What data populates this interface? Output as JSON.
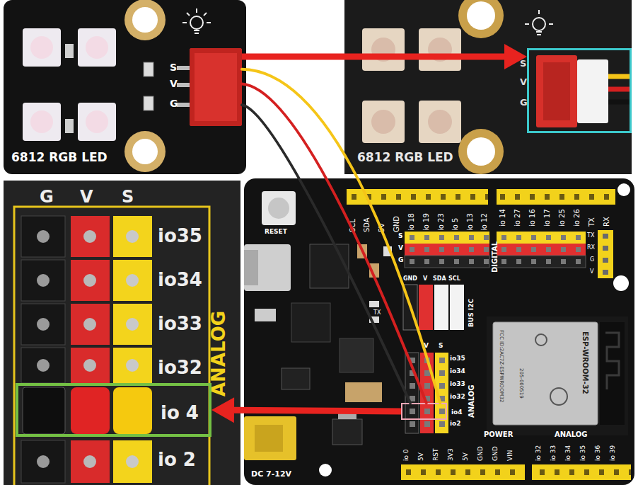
{
  "diagram": {
    "nodes": [
      {
        "text": [
          "6812 RGB LED"
        ]
      },
      {
        "text": [
          "S",
          "V",
          "G"
        ],
        "in": 0
      },
      {
        "text": [
          "6812 RGB LED"
        ]
      },
      {
        "text": [
          "S",
          "V",
          "G"
        ],
        "in": 2
      },
      {
        "text": [
          "ANALOG"
        ]
      },
      {
        "text": [
          "io 4"
        ],
        "in": 4
      },
      {
        "text": [
          "RESET"
        ]
      },
      {
        "text": [
          "io4"
        ],
        "in": 6
      }
    ],
    "edges": [
      {
        "from": 1,
        "to": 3,
        "arrow": "to"
      },
      {
        "from": 1,
        "to": 7,
        "arrow": "none"
      },
      {
        "from": 1,
        "to": 7,
        "arrow": "none"
      },
      {
        "from": 1,
        "to": 7,
        "arrow": "none"
      },
      {
        "from": 7,
        "to": 5,
        "arrow": "to"
      }
    ],
    "labels": [
      "G",
      "V",
      "S",
      "io35",
      "io34",
      "io33",
      "io32",
      "io 2",
      "SCL",
      "SDA",
      "5V",
      "GND",
      "io 18",
      "io 19",
      "io 23",
      "io 5",
      "io 13",
      "io 12",
      "S",
      "V",
      "G",
      "DIGITAL",
      "io 14",
      "io 27",
      "io 16",
      "io 17",
      "io 25",
      "io 26",
      "TX",
      "RX",
      "TX",
      "RX",
      "G",
      "V",
      "GND",
      "V",
      "SDA",
      "SCL",
      "BUS I2C",
      "TX",
      "V",
      "S",
      "io35",
      "io34",
      "io33",
      "io32",
      "io2",
      "ANALOG",
      "ESP-WROOM-32",
      "FCC ID:2AC7Z-ESPWROOM32",
      "205-000519",
      "io 0",
      "5V",
      "RST",
      "3V3",
      "5V",
      "GND",
      "GND",
      "VIN",
      "POWER",
      "io 32",
      "io 33",
      "io 34",
      "io 35",
      "io 36",
      "io 39",
      "ANALOG",
      "DC 7-12V"
    ]
  }
}
